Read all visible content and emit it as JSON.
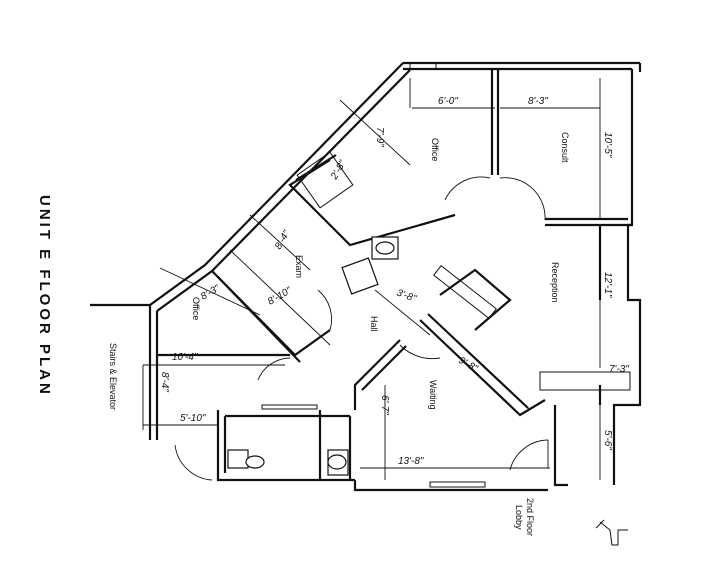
{
  "title": "UNIT E FLOOR PLAN",
  "rooms": {
    "office_top": "Office",
    "consult": "Consult",
    "exam": "Exam",
    "reception": "Reception",
    "hall": "Hall",
    "office_left": "Office",
    "waiting": "Waiting",
    "stairs": "Stairs & Elevator",
    "lobby_line1": "2nd Floor",
    "lobby_line2": "Lobby"
  },
  "dimensions": {
    "d_6_0": "6'-0\"",
    "d_8_3_top": "8'-3\"",
    "d_10_5": "10'-5\"",
    "d_7_9": "7'-9\"",
    "d_2_8": "2'-8\"",
    "d_8_4_exam": "8'-4\"",
    "d_12_1": "12'-1\"",
    "d_8_10": "8'-10\"",
    "d_8_3_office": "8'-3\"",
    "d_3_8": "3'-8\"",
    "d_10_4": "10'-4\"",
    "d_9_8": "9'-8\"",
    "d_7_3": "7'-3\"",
    "d_8_4_stairs": "8'-4\"",
    "d_6_7": "6'-7\"",
    "d_5_10": "5'-10\"",
    "d_5_6": "5'-6\"",
    "d_13_8": "13'-8\""
  }
}
